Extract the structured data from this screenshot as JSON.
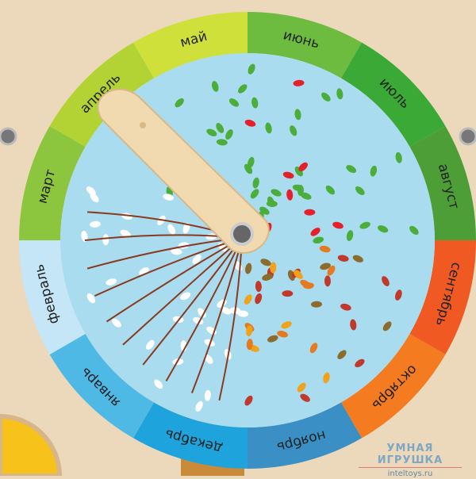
{
  "calendar": {
    "months": [
      {
        "label": "июнь",
        "color": "#6dbb3f"
      },
      {
        "label": "июль",
        "color": "#3aa935"
      },
      {
        "label": "август",
        "color": "#4e9e37"
      },
      {
        "label": "сентябрь",
        "color": "#f05a22"
      },
      {
        "label": "октябрь",
        "color": "#f47b20"
      },
      {
        "label": "ноябрь",
        "color": "#3a8fc4"
      },
      {
        "label": "декабрь",
        "color": "#1fa3dc"
      },
      {
        "label": "январь",
        "color": "#4fb9e6"
      },
      {
        "label": "февраль",
        "color": "#c5e6f6"
      },
      {
        "label": "март",
        "color": "#8cc63f"
      },
      {
        "label": "апрель",
        "color": "#b3d335"
      },
      {
        "label": "май",
        "color": "#cfe03a"
      }
    ],
    "inner_color": "#a9dcef"
  },
  "watermark": {
    "brand": "УМНАЯ ИГРУШКА",
    "site": "inteltoys.ru"
  }
}
